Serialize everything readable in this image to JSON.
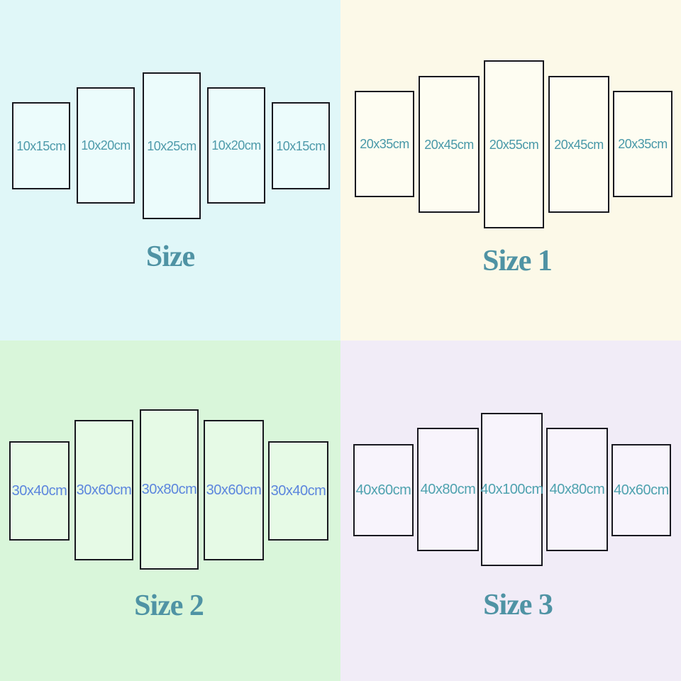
{
  "image_title": "5-panel canvas wall art size chart",
  "quadrants": [
    {
      "title": "Size",
      "bg": "#e0f7f8",
      "panel_fill": "#ecfcfc",
      "label_color": "#4e9aaa",
      "title_color": "#4f93a4",
      "panels": [
        "10x15cm",
        "10x20cm",
        "10x25cm",
        "10x20cm",
        "10x15cm"
      ]
    },
    {
      "title": "Size 1",
      "bg": "#fcf9e8",
      "panel_fill": "#fefdf2",
      "label_color": "#4898a8",
      "title_color": "#4f93a4",
      "panels": [
        "20x35cm",
        "20x45cm",
        "20x55cm",
        "20x45cm",
        "20x35cm"
      ]
    },
    {
      "title": "Size 2",
      "bg": "#d9f6da",
      "panel_fill": "#e6fae6",
      "label_color": "#5c86dd",
      "title_color": "#4f93a4",
      "panels": [
        "30x40cm",
        "30x60cm",
        "30x80cm",
        "30x60cm",
        "30x40cm"
      ]
    },
    {
      "title": "Size 3",
      "bg": "#f1ecf7",
      "panel_fill": "#f8f4fc",
      "label_color": "#4fa2af",
      "title_color": "#4f93a4",
      "panels": [
        "40x60cm",
        "40x80cm",
        "40x100cm",
        "40x80cm",
        "40x60cm"
      ]
    }
  ]
}
